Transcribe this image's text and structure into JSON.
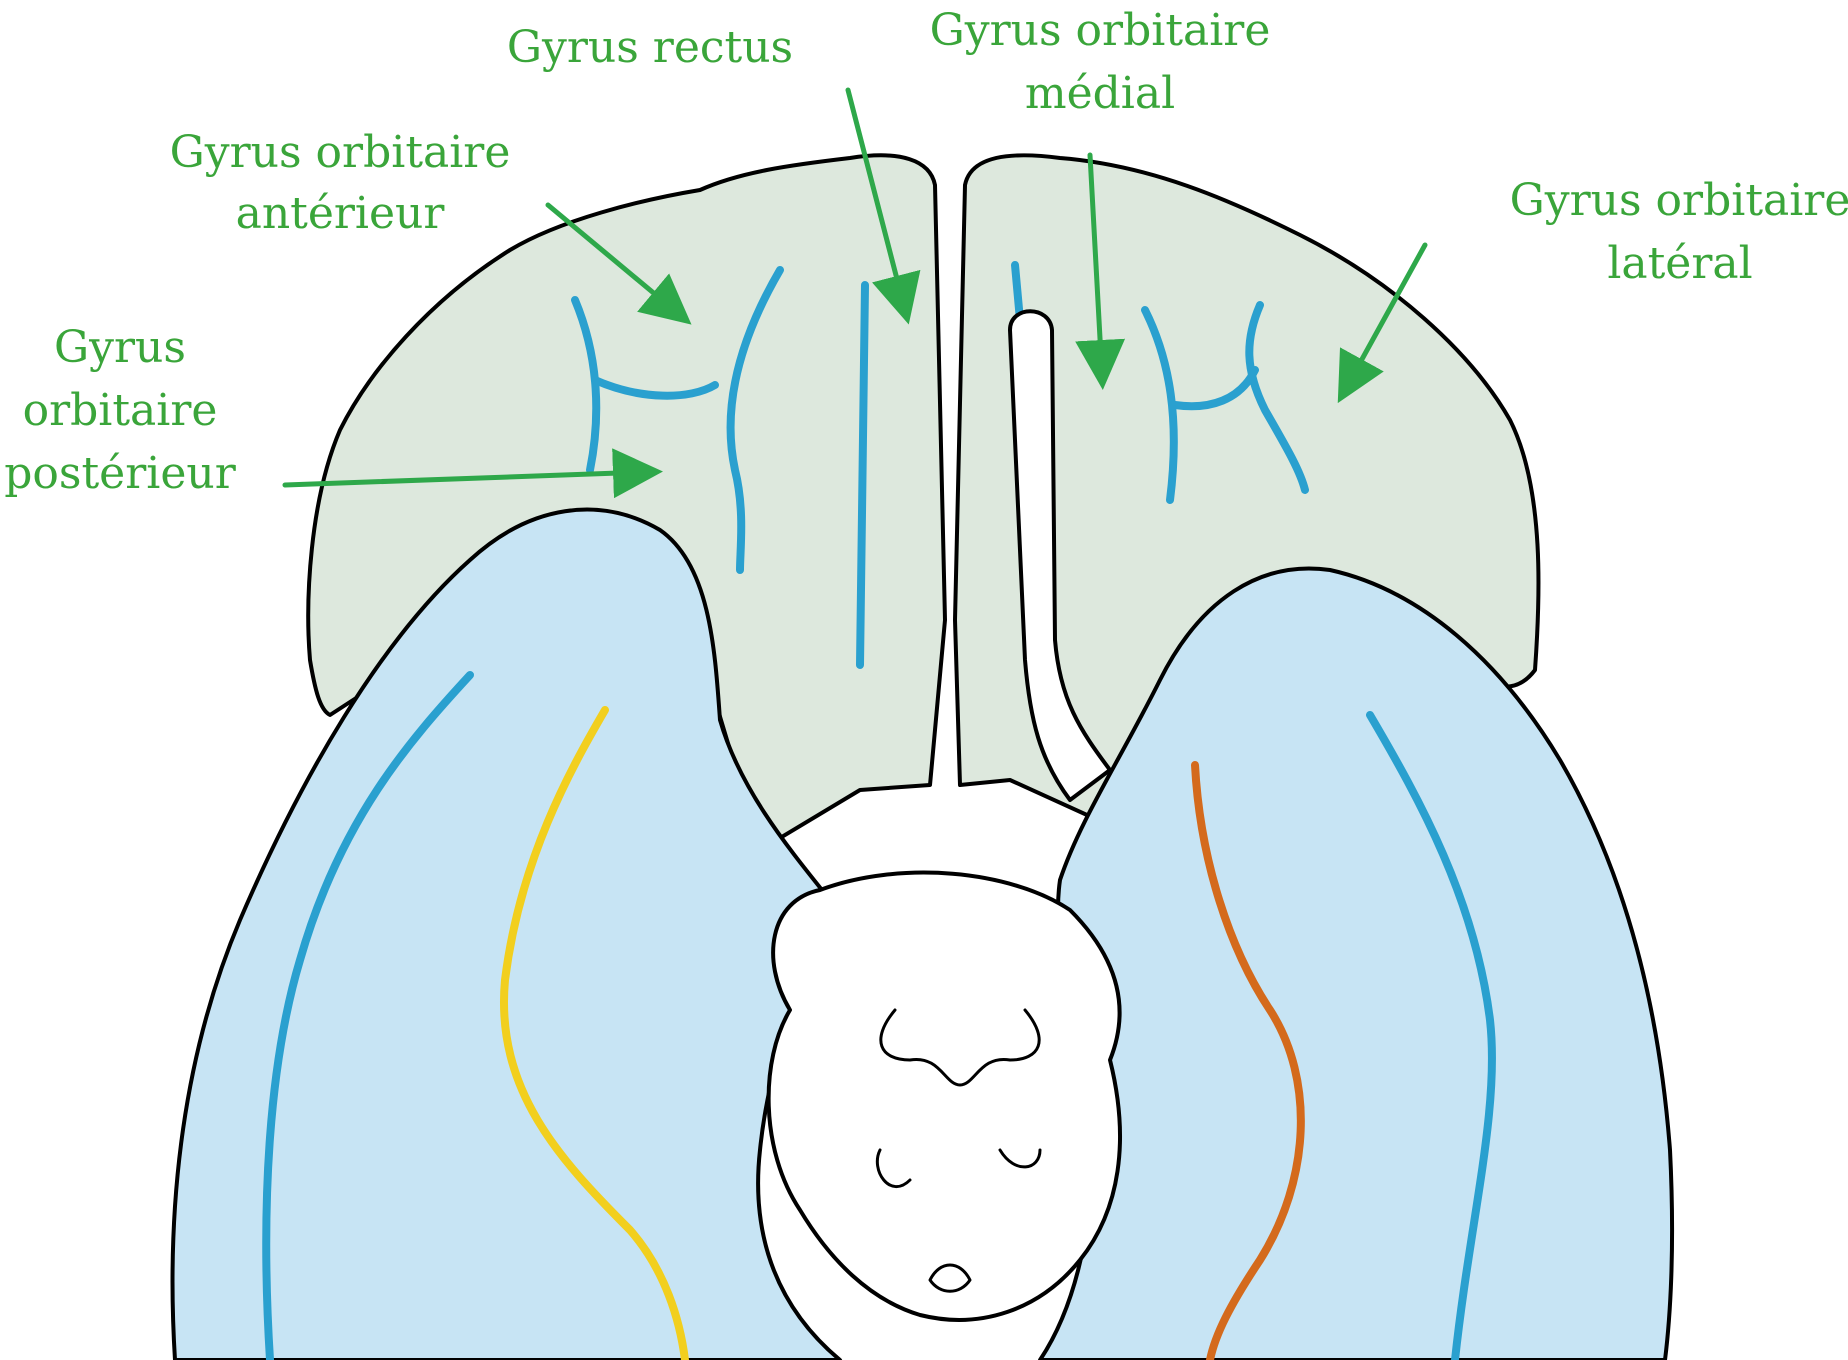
{
  "labels": {
    "gyrus_rectus": "Gyrus rectus",
    "orbitaire_medial_line1": "Gyrus orbitaire",
    "orbitaire_medial_line2": "médial",
    "orbitaire_anterieur_line1": "Gyrus orbitaire",
    "orbitaire_anterieur_line2": "antérieur",
    "orbitaire_lateral_line1": "Gyrus orbitaire",
    "orbitaire_lateral_line2": "latéral",
    "orbitaire_posterieur_line1": "Gyrus",
    "orbitaire_posterieur_line2": "orbitaire",
    "orbitaire_posterieur_line3": "postérieur"
  },
  "colors": {
    "label_text": "#3aa53a",
    "arrow": "#2ea84a",
    "frontal_lobe_fill": "#dde8dd",
    "temporal_lobe_fill": "#c7e4f4",
    "sulcus_blue": "#2aa0cf",
    "olfactory_fill": "#ffffff",
    "outline": "#000000",
    "yellow_line": "#f2cf1e",
    "orange_line": "#d46a1c"
  }
}
